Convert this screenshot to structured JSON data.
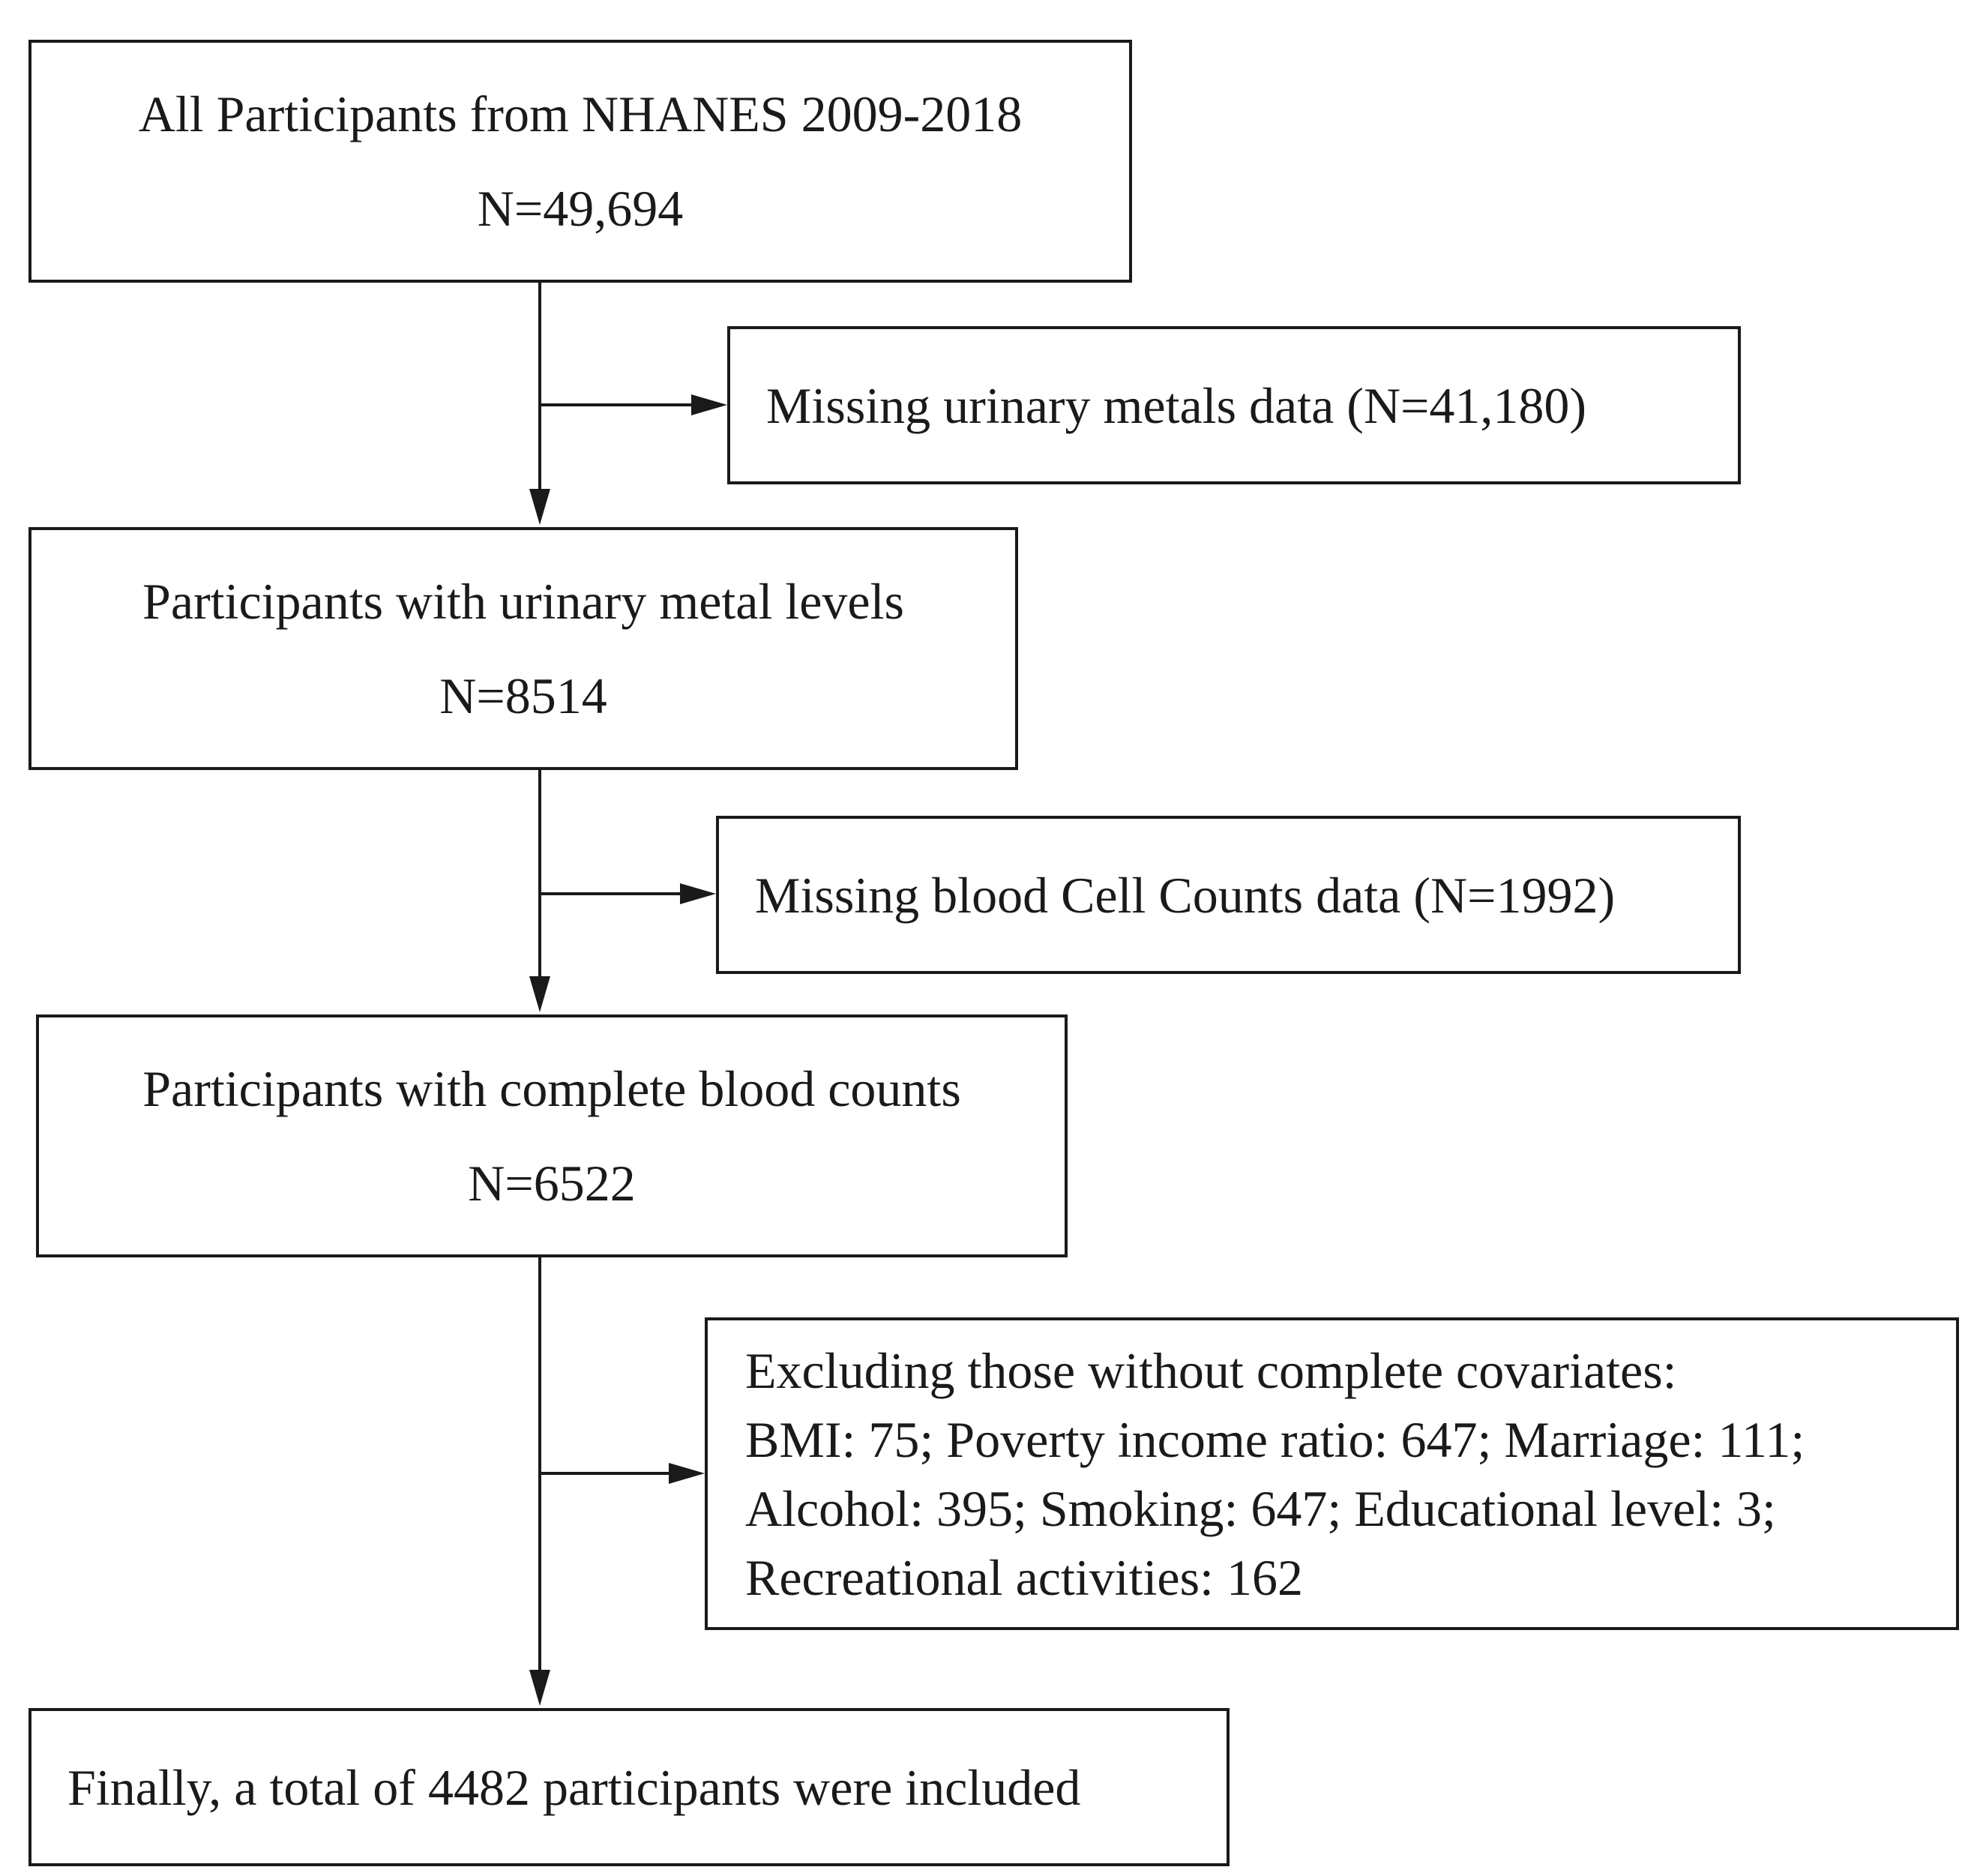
{
  "boxes": {
    "all_participants": {
      "title": "All Participants from NHANES 2009-2018",
      "count": "N=49,694"
    },
    "excluded_metals": {
      "text": "Missing urinary metals data (N=41,180)"
    },
    "urinary_metal": {
      "title": "Participants with urinary metal levels",
      "count": "N=8514"
    },
    "excluded_blood": {
      "text": "Missing blood Cell Counts data (N=1992)"
    },
    "complete_blood": {
      "title": "Participants with complete blood counts",
      "count": "N=6522"
    },
    "excluded_covariates": {
      "lines": [
        "Excluding those without complete covariates:",
        "BMI: 75; Poverty income ratio: 647; Marriage: 111;",
        "Alcohol: 395; Smoking: 647; Educational level: 3;",
        "Recreational activities: 162"
      ]
    },
    "final": {
      "text": "Finally, a total of 4482 participants were included"
    }
  },
  "style": {
    "line_color": "#1a1a1a"
  }
}
